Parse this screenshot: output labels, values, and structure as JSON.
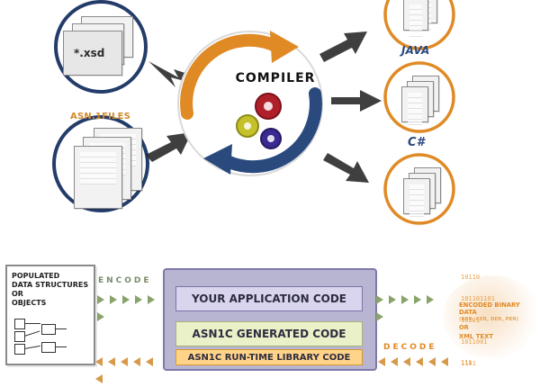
{
  "diagram": {
    "compiler_label": "COMPILER",
    "input_xsd_label": "*.xsd",
    "input_asn_label": "ASN.1FILES",
    "outputs": {
      "java_label": "JAVA",
      "csharp_label": "C#"
    }
  },
  "runtime": {
    "populated_text": [
      "POPULATED",
      "DATA STRUCTURES",
      "OR",
      "OBJECTS"
    ],
    "encode_label": "ENCODE",
    "decode_label": "DECODE",
    "stack": {
      "row1": "YOUR APPLICATION CODE",
      "row2": "ASN1C GENERATED CODE",
      "row3": "ASN1C RUN-TIME LIBRARY CODE"
    },
    "encoded_binary_lines": [
      "10110",
      "101101101",
      "10101",
      "1011001",
      "1101"
    ],
    "encoded_title": [
      "ENCODED BINARY",
      "DATA"
    ],
    "encoded_subtitle": "(BER, CER, DER, PER)",
    "encoded_or": "OR",
    "encoded_xml": "XML TEXT",
    "encoded_tail_lines": [
      "111"
    ]
  },
  "colors": {
    "orange": "#e08a25",
    "navy": "#2a4a7e",
    "lavender": "#b7b5d2",
    "green_arrow": "#8aa36a"
  }
}
